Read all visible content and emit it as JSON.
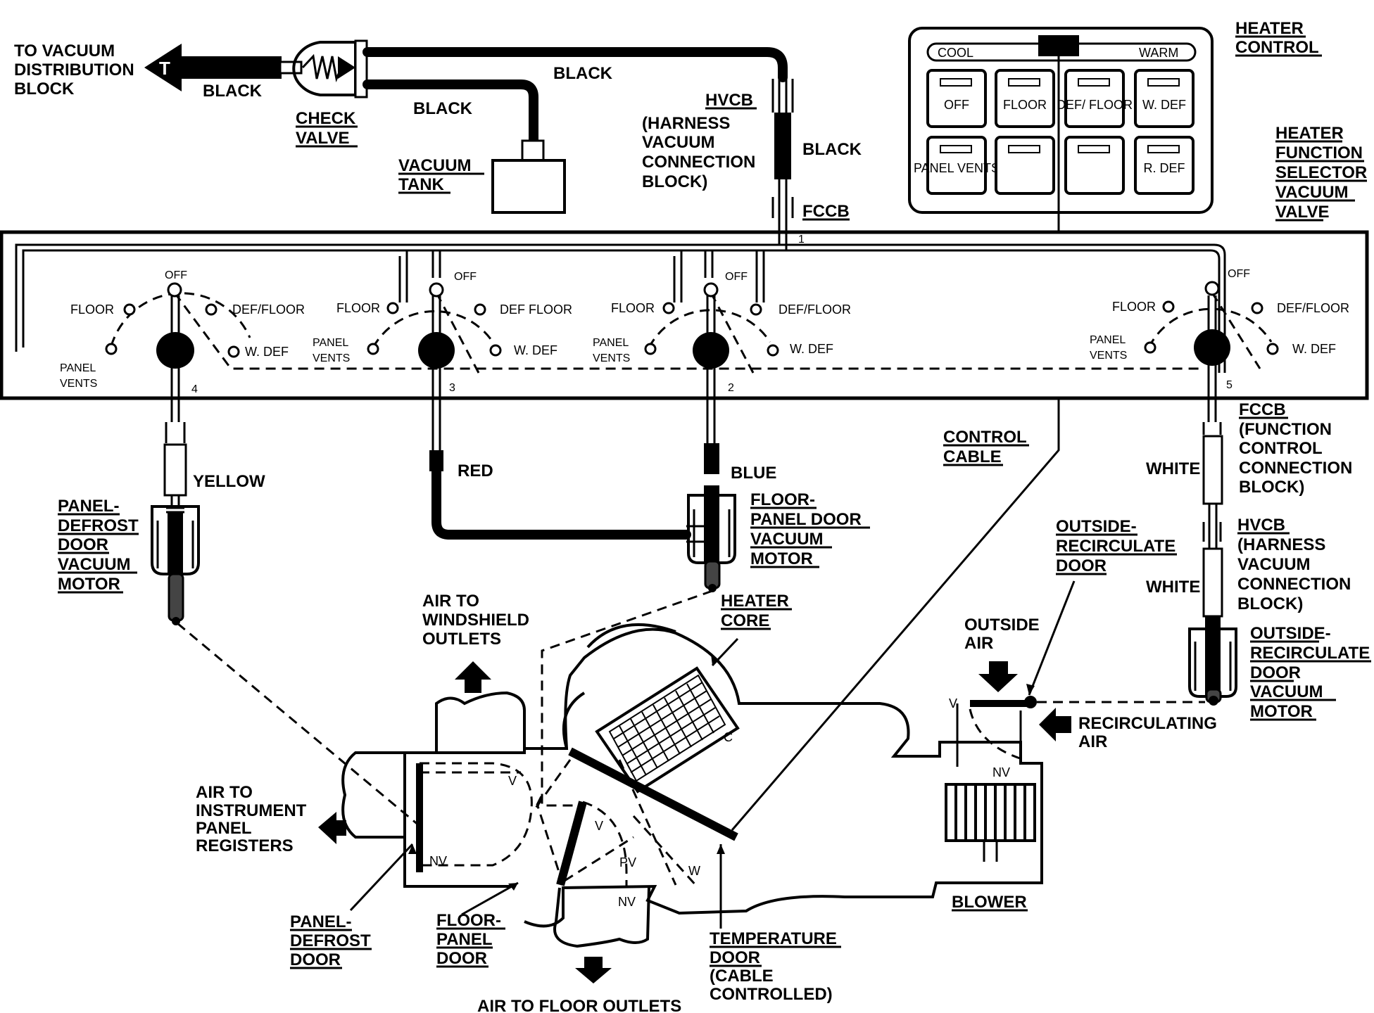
{
  "labels": {
    "to_vacuum_block": [
      "TO VACUUM",
      "DISTRIBUTION",
      "BLOCK"
    ],
    "black_left": "BLACK",
    "black_top": "BLACK",
    "black_tank": "BLACK",
    "black_right": "BLACK",
    "check_valve": [
      "CHECK",
      "VALVE"
    ],
    "vacuum_tank": [
      "VACUUM",
      "TANK"
    ],
    "hvcb_top": "HVCB",
    "hvcb_top_desc": [
      "(HARNESS",
      "VACUUM",
      "CONNECTION",
      "BLOCK)"
    ],
    "fccb_top": "FCCB",
    "heater_control": [
      "HEATER",
      "CONTROL"
    ],
    "heater_function_selector": [
      "HEATER",
      "FUNCTION",
      "SELECTOR",
      "VACUUM",
      "VALVE"
    ],
    "control_cable": [
      "CONTROL",
      "CABLE"
    ],
    "yellow": "YELLOW",
    "red": "RED",
    "blue": "BLUE",
    "white_upper": "WHITE",
    "white_lower": "WHITE",
    "fccb_right": "FCCB",
    "fccb_right_desc": [
      "(FUNCTION",
      "CONTROL",
      "CONNECTION",
      "BLOCK)"
    ],
    "hvcb_right": "HVCB",
    "hvcb_right_desc": [
      "(HARNESS",
      "VACUUM",
      "CONNECTION",
      "BLOCK)"
    ],
    "panel_defrost_motor": [
      "PANEL-",
      "DEFROST",
      "DOOR",
      "VACUUM",
      "MOTOR"
    ],
    "floor_panel_motor": [
      "FLOOR-",
      "PANEL DOOR",
      "VACUUM",
      "MOTOR"
    ],
    "outside_recirc_door": [
      "OUTSIDE-",
      "RECIRCULATE",
      "DOOR"
    ],
    "outside_recirc_motor": [
      "OUTSIDE-",
      "RECIRCULATE",
      "DOOR",
      "VACUUM",
      "MOTOR"
    ],
    "outside_air": [
      "OUTSIDE",
      "AIR"
    ],
    "recirculating_air": [
      "RECIRCULATING",
      "AIR"
    ],
    "air_windshield": [
      "AIR TO",
      "WINDSHIELD",
      "OUTLETS"
    ],
    "heater_core": [
      "HEATER",
      "CORE"
    ],
    "air_instrument": [
      "AIR TO",
      "INSTRUMENT",
      "PANEL",
      "REGISTERS"
    ],
    "panel_defrost_door": [
      "PANEL-",
      "DEFROST",
      "DOOR"
    ],
    "floor_panel_door": [
      "FLOOR-",
      "PANEL",
      "DOOR"
    ],
    "temperature_door": [
      "TEMPERATURE",
      "DOOR"
    ],
    "temperature_door_desc": [
      "(CABLE",
      "CONTROLLED)"
    ],
    "air_floor": "AIR TO FLOOR OUTLETS",
    "blower": "BLOWER",
    "door_marks": {
      "v1": "V",
      "nv1": "NV",
      "v2": "V",
      "pv": "PV",
      "nv2": "NV",
      "w": "W",
      "c": "C",
      "v3": "V",
      "nv3": "NV"
    }
  },
  "control_panel": {
    "cool": "COOL",
    "warm": "WARM",
    "buttons": [
      "OFF",
      "FLOOR",
      "DEF/ FLOOR",
      "W. DEF",
      "PANEL VENTS",
      "",
      "",
      "R. DEF"
    ]
  },
  "valve_block": {
    "ports": [
      "1",
      "4",
      "3",
      "2",
      "5"
    ],
    "selectors": [
      {
        "off": "OFF",
        "floor": "FLOOR",
        "def": "DEF/FLOOR",
        "panel": [
          "PANEL",
          "VENTS"
        ],
        "wdef": "W. DEF"
      },
      {
        "off": "OFF",
        "floor": "FLOOR",
        "def": "DEF FLOOR",
        "panel": [
          "PANEL",
          "VENTS"
        ],
        "wdef": "W. DEF"
      },
      {
        "off": "OFF",
        "floor": "FLOOR",
        "def": "DEF/FLOOR",
        "panel": [
          "PANEL",
          "VENTS"
        ],
        "wdef": "W. DEF"
      },
      {
        "off": "OFF",
        "floor": "FLOOR",
        "def": "DEF/FLOOR",
        "panel": [
          "PANEL",
          "VENTS"
        ],
        "wdef": "W. DEF"
      }
    ]
  }
}
